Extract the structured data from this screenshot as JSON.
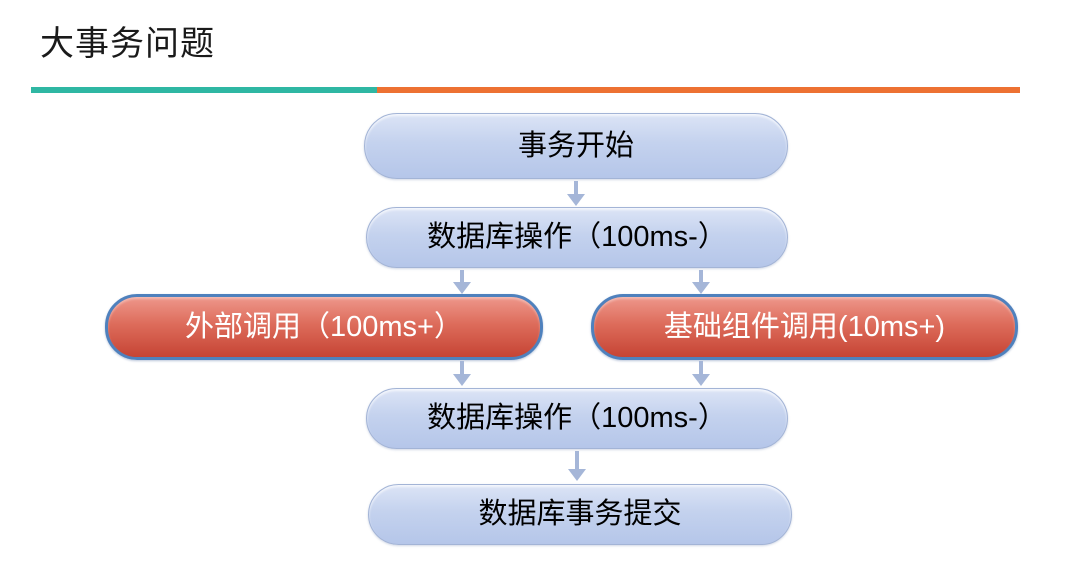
{
  "title": "大事务问题",
  "divider": {
    "teal_color": "#2fb7a3",
    "orange_color": "#ed7132"
  },
  "flow": {
    "start": {
      "label": "事务开始",
      "type": "blue"
    },
    "db_op_1": {
      "label": "数据库操作（100ms-）",
      "type": "blue"
    },
    "external_call": {
      "label": "外部调用（100ms+）",
      "type": "red"
    },
    "component_call": {
      "label": "基础组件调用(10ms+)",
      "type": "red"
    },
    "db_op_2": {
      "label": "数据库操作（100ms-）",
      "type": "blue"
    },
    "commit": {
      "label": "数据库事务提交",
      "type": "blue"
    }
  },
  "colors": {
    "blue_node_fill_top": "#dce4f6",
    "blue_node_fill_bottom": "#b5c6e9",
    "blue_node_border": "#a3b4d6",
    "red_node_fill_top": "#ee978b",
    "red_node_fill_bottom": "#c64434",
    "red_node_border": "#4f81bd",
    "arrow_color": "#a5b6d8",
    "title_color": "#1a1a1a"
  }
}
